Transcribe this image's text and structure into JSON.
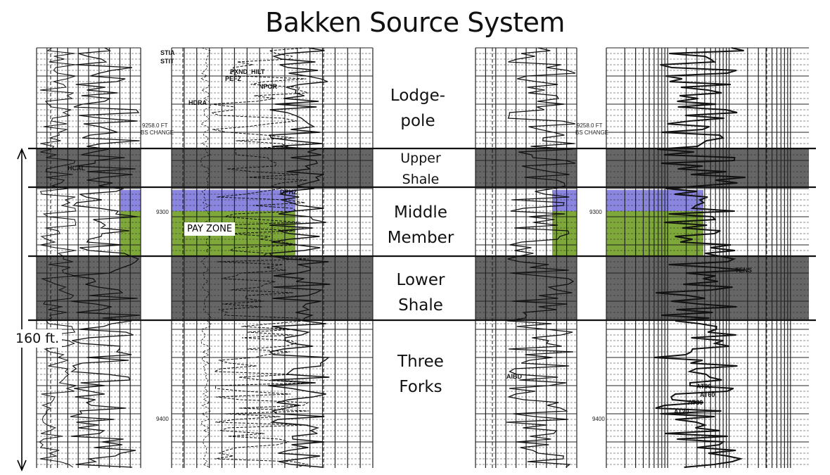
{
  "title": "Bakken Source System",
  "thickness_label": "160 ft.",
  "pay_zone_label": "PAY ZONE",
  "formations": [
    {
      "id": "lodgepole",
      "line1": "Lodge-",
      "line2": "pole"
    },
    {
      "id": "upper-shale",
      "line1": "Upper",
      "line2": "Shale"
    },
    {
      "id": "middle-member",
      "line1": "Middle",
      "line2": "Member"
    },
    {
      "id": "lower-shale",
      "line1": "Lower",
      "line2": "Shale"
    },
    {
      "id": "three-forks",
      "line1": "Three",
      "line2": "Forks"
    }
  ],
  "depth_labels": {
    "bs_change_depth": "9258.0 FT",
    "bs_change_text": "BS CHANGE",
    "d9300": "9300",
    "d9400": "9400"
  },
  "curve_mnemonics": {
    "stia": "STIA",
    "stit": "STIT",
    "hdra": "HDRA",
    "pxnd_hilt": "PXND_HILT",
    "pefz": "PEFZ",
    "npor": "NPOR",
    "hcal": "HCAL",
    "dphz": "DPHZ",
    "aibd": "AIBD",
    "tens": "TENS",
    "at90": "AT90",
    "at60": "AT60",
    "at30": "AT30",
    "at20": "AT20"
  },
  "colors": {
    "shale": "#555555",
    "middle_member_upper": "#8a86e0",
    "pay_zone": "#7fa83a",
    "grid": "#222222"
  }
}
